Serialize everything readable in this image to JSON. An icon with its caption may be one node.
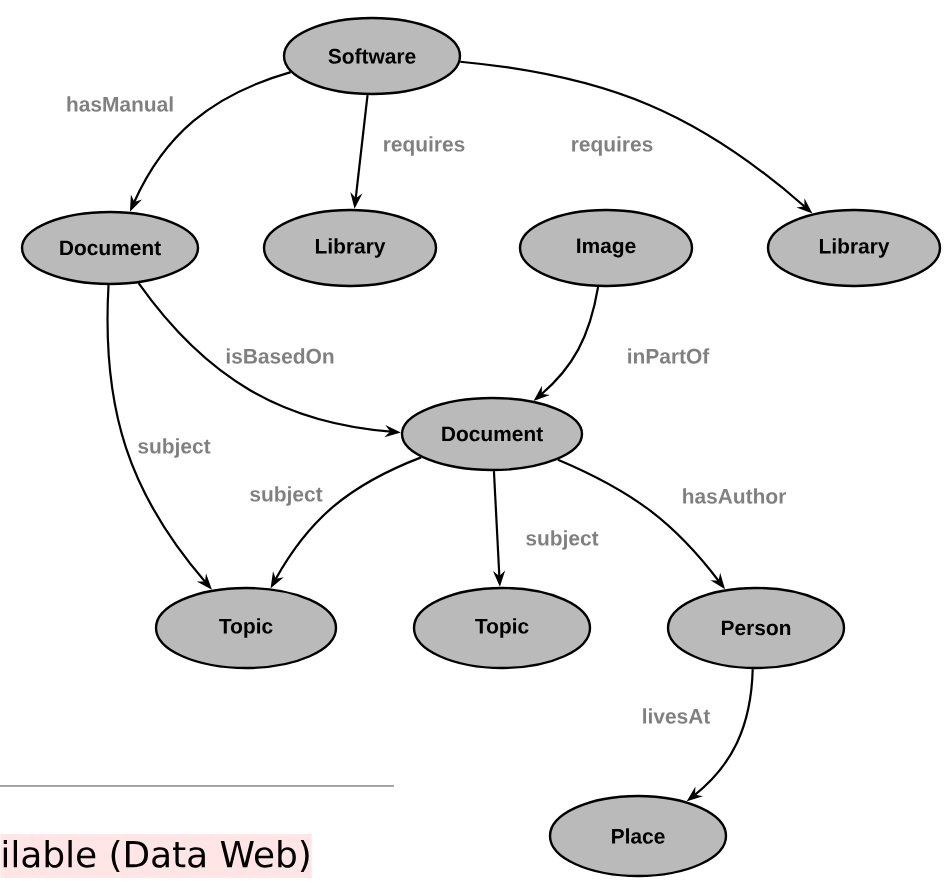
{
  "diagram": {
    "nodes": [
      {
        "text": [
          "Software"
        ]
      },
      {
        "text": [
          "Document"
        ]
      },
      {
        "text": [
          "Library"
        ]
      },
      {
        "text": [
          "Image"
        ]
      },
      {
        "text": [
          "Library"
        ]
      },
      {
        "text": [
          "Document"
        ]
      },
      {
        "text": [
          "Topic"
        ]
      },
      {
        "text": [
          "Topic"
        ]
      },
      {
        "text": [
          "Person"
        ]
      },
      {
        "text": [
          "Place"
        ]
      }
    ],
    "edges": [
      {
        "from": 0,
        "to": 1,
        "arrow": "to",
        "label": "hasManual"
      },
      {
        "from": 0,
        "to": 2,
        "arrow": "to",
        "label": "requires"
      },
      {
        "from": 0,
        "to": 4,
        "arrow": "to",
        "label": "requires"
      },
      {
        "from": 1,
        "to": 5,
        "arrow": "to",
        "label": "isBasedOn"
      },
      {
        "from": 3,
        "to": 5,
        "arrow": "to",
        "label": "inPartOf"
      },
      {
        "from": 1,
        "to": 6,
        "arrow": "to",
        "label": "subject"
      },
      {
        "from": 5,
        "to": 6,
        "arrow": "to",
        "label": "subject"
      },
      {
        "from": 5,
        "to": 7,
        "arrow": "to",
        "label": "subject"
      },
      {
        "from": 5,
        "to": 8,
        "arrow": "to",
        "label": "hasAuthor"
      },
      {
        "from": 8,
        "to": 9,
        "arrow": "to",
        "label": "livesAt"
      }
    ],
    "labels": [
      "ilable (Data Web)"
    ]
  }
}
